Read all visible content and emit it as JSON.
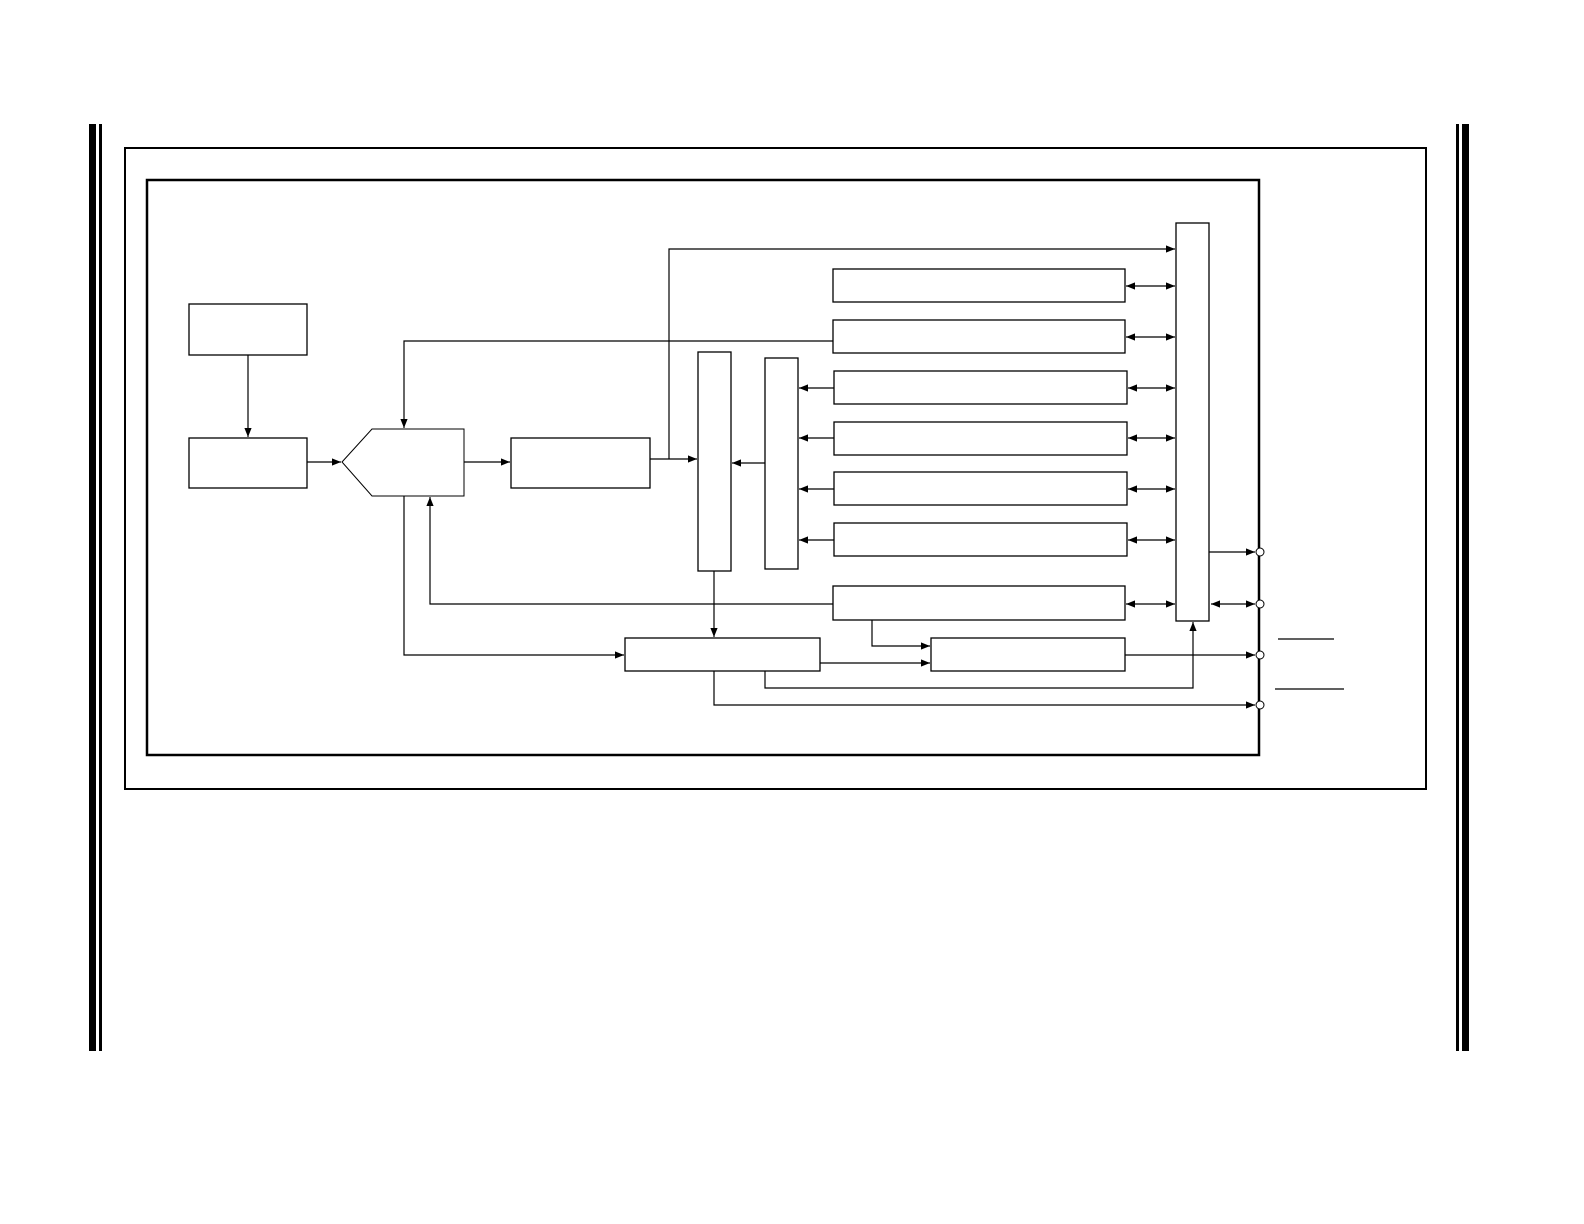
{
  "page": {
    "background": "#ffffff",
    "line_color": "#000000",
    "shape_fill": "#ffffff",
    "margin_bars": [
      "left-margin-bar",
      "right-margin-bar"
    ]
  },
  "diagram": {
    "labels": {},
    "blocks": [
      "top-left-block",
      "left-block",
      "pentagon-block",
      "center-block",
      "tall-bar-a",
      "tall-bar-b",
      "right-block-1",
      "right-block-2",
      "right-block-3",
      "right-block-4",
      "right-block-5",
      "right-block-6",
      "right-block-7",
      "bottom-center-block",
      "bottom-right-block",
      "right-tall-bar"
    ],
    "output_pins": 4
  }
}
